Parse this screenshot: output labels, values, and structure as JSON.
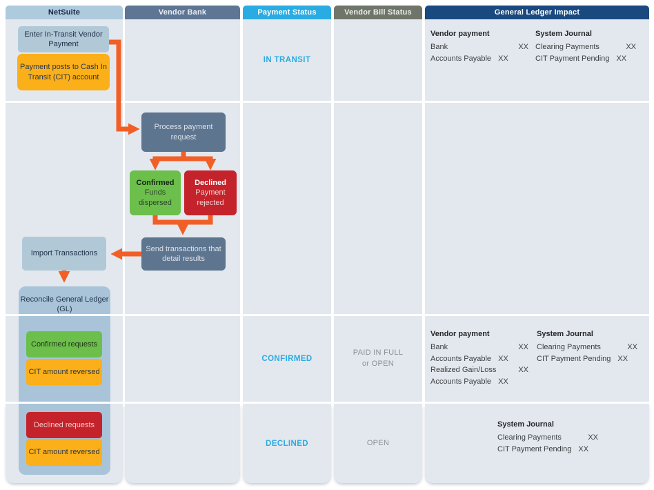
{
  "columns": {
    "netsuite": "NetSuite",
    "vendor_bank": "Vendor Bank",
    "payment_status": "Payment Status",
    "vendor_bill_status": "Vendor Bill Status",
    "general_ledger_impact": "General Ledger Impact"
  },
  "flow": {
    "enter_payment": "Enter In-Transit Vendor Payment",
    "cit_post": "Payment posts to Cash In Transit (CIT) account",
    "process_request": "Process payment request",
    "confirmed_title": "Confirmed",
    "confirmed_sub": "Funds dispersed",
    "declined_title": "Declined",
    "declined_sub": "Payment rejected",
    "send_transactions": "Send transactions that detail results",
    "import_transactions": "Import Transactions",
    "reconcile_gl": "Reconcile General Ledger (GL)",
    "confirmed_requests": "Confirmed requests",
    "cit_reversed_confirmed": "CIT amount reversed",
    "declined_requests": "Declined requests",
    "cit_reversed_declined": "CIT amount reversed"
  },
  "status_rows": {
    "in_transit": {
      "payment": "IN TRANSIT"
    },
    "confirmed": {
      "payment": "CONFIRMED",
      "bill": [
        "PAID IN FULL",
        "or OPEN"
      ]
    },
    "declined": {
      "payment": "DECLINED",
      "bill": "OPEN"
    }
  },
  "ledger": {
    "in_transit": {
      "vendor_payment": {
        "title": "Vendor payment",
        "entries": [
          {
            "account": "Bank",
            "amount": "XX"
          },
          {
            "account": "Accounts Payable",
            "amount": "XX"
          }
        ]
      },
      "system_journal": {
        "title": "System Journal",
        "entries": [
          {
            "account": "Clearing Payments",
            "amount": "XX"
          },
          {
            "account": "CIT Payment Pending",
            "amount": "XX"
          }
        ]
      }
    },
    "confirmed": {
      "vendor_payment": {
        "title": "Vendor payment",
        "entries": [
          {
            "account": "Bank",
            "amount": "XX"
          },
          {
            "account": "Accounts Payable",
            "amount": "XX"
          },
          {
            "account": "Realized Gain/Loss",
            "amount": "XX"
          },
          {
            "account": "Accounts Payable",
            "amount": "XX"
          }
        ]
      },
      "system_journal": {
        "title": "System Journal",
        "entries": [
          {
            "account": "Clearing Payments",
            "amount": "XX"
          },
          {
            "account": "CIT Payment Pending",
            "amount": "XX"
          }
        ]
      }
    },
    "declined": {
      "system_journal": {
        "title": "System Journal",
        "entries": [
          {
            "account": "Clearing Payments",
            "amount": "XX"
          },
          {
            "account": "CIT Payment Pending",
            "amount": "XX"
          }
        ]
      }
    }
  },
  "colors": {
    "arrow": "#f15f27",
    "accent_cyan": "#2aabe2",
    "green": "#6cbf4a",
    "red": "#c5232b",
    "orange": "#fbaf18",
    "slate": "#5e7590",
    "light_blue": "#a9c4d8",
    "header_navy": "#19497f"
  }
}
